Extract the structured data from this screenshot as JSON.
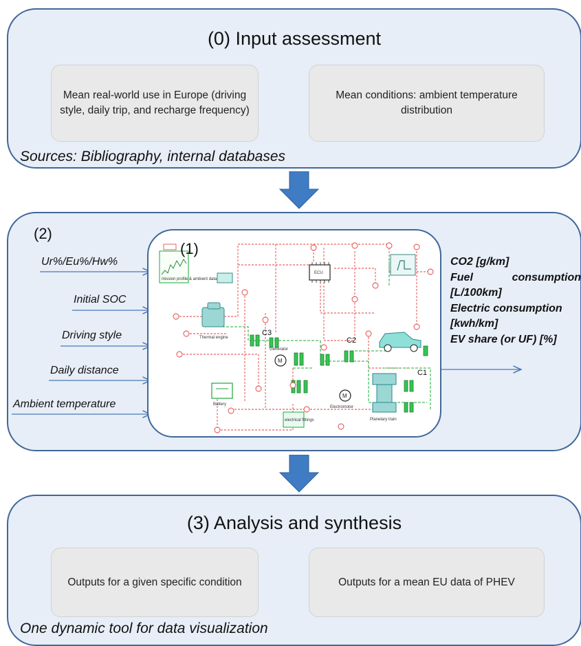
{
  "panel0": {
    "title": "(0) Input assessment",
    "box_left": "Mean real-world use in Europe (driving style, daily trip, and recharge frequency)",
    "box_right": "Mean conditions: ambient temperature distribution",
    "footnote": "Sources: Bibliography, internal databases"
  },
  "panel2": {
    "marker": "(2)",
    "inputs": [
      "Ur%/Eu%/Hw%",
      "Initial SOC",
      "Driving style",
      "Daily distance",
      "Ambient temperature"
    ],
    "model": {
      "marker": "(1)",
      "labels": {
        "thermal_engine": "Thermal engine",
        "generator": "Generator",
        "battery": "Battery",
        "electromotor": "Electromotor",
        "planetary_train": "Planetary train",
        "c1": "C1",
        "c2": "C2",
        "c3": "C3",
        "ecu": "ECU",
        "mission": "mission profile & ambient data",
        "electrical": "electrical fittings"
      }
    },
    "outputs": {
      "line1": "CO2 [g/km]",
      "line2a": "Fuel",
      "line2b": "consumption",
      "line3": "[L/100km]",
      "line4": "Electric consumption",
      "line5": "[kwh/km]",
      "line6": "EV share (or UF) [%]"
    }
  },
  "panel3": {
    "title": "(3) Analysis and synthesis",
    "box_left": "Outputs for a given specific condition",
    "box_right": "Outputs for a mean EU data of PHEV",
    "footnote": "One dynamic tool for data visualization"
  },
  "colors": {
    "panel_fill": "#e7eef7",
    "panel_border": "#41679a",
    "arrow": "#3f7cc4",
    "schematic_red": "#e23b3b",
    "schematic_green": "#1ba83a"
  }
}
